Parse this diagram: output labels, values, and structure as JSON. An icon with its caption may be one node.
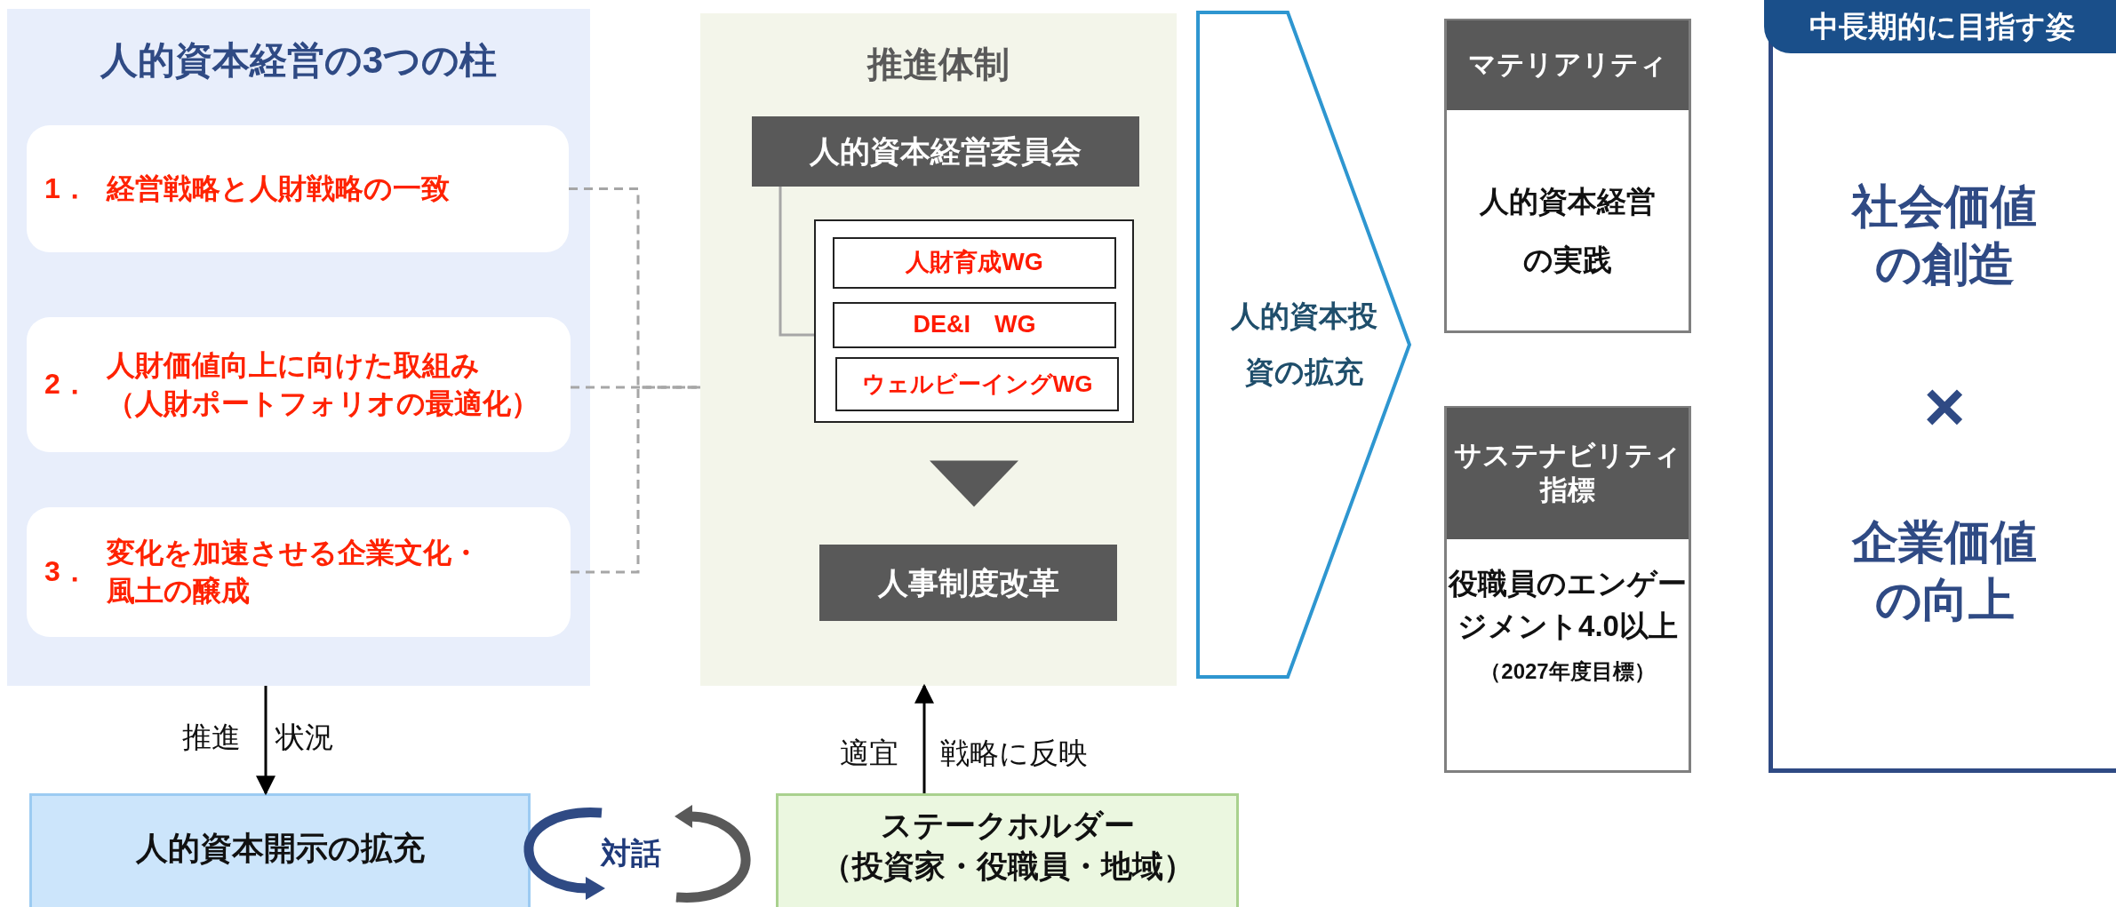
{
  "diagram": {
    "nodes": [
      {
        "text": [
          "人的資本経営の3つの柱"
        ]
      },
      {
        "text": [
          "1．",
          "経営戦略と人財戦略の一致"
        ],
        "in": 0
      },
      {
        "text": [
          "2．",
          "人財価値向上に向けた取組み（人財ポートフォリオの最適化）"
        ],
        "in": 0
      },
      {
        "text": [
          "3．",
          "変化を加速させる企業文化・風土の醸成"
        ],
        "in": 0
      },
      {
        "text": [
          "推進体制"
        ]
      },
      {
        "text": [
          "人的資本経営委員会"
        ],
        "in": 4
      },
      {
        "text": [],
        "shape": "box",
        "in": 4
      },
      {
        "text": [
          "人財育成WG"
        ],
        "in": 6
      },
      {
        "text": [
          "DE&I　WG"
        ],
        "in": 6
      },
      {
        "text": [
          "ウェルビーイングWG"
        ],
        "in": 6
      },
      {
        "text": [
          "人事制度改革"
        ],
        "in": 4
      },
      {
        "text": [
          "人的資本投資の拡充"
        ]
      },
      {
        "text": [
          "マテリアリティ",
          "人的資本経営の実践"
        ]
      },
      {
        "text": [
          "サステナビリティ指標",
          "役職員のエンゲージメント4.0以上",
          "（2027年度目標）"
        ]
      },
      {
        "text": [
          "中長期的に目指す姿",
          "社会価値の創造",
          "×",
          "企業価値の向上"
        ]
      },
      {
        "text": [
          "人的資本開示の拡充"
        ]
      },
      {
        "text": [
          "ステークホルダー（投資家・役職員・地域）"
        ]
      }
    ],
    "edges": [
      {
        "from": 1,
        "to": 4,
        "arrow": "none",
        "style": "dashed",
        "color": "#a6a6a6"
      },
      {
        "from": 2,
        "to": 4,
        "arrow": "none",
        "style": "dashed",
        "color": "#a6a6a6"
      },
      {
        "from": 3,
        "to": 4,
        "arrow": "none",
        "style": "dashed",
        "color": "#a6a6a6"
      },
      {
        "from": 5,
        "to": 6,
        "arrow": "none",
        "color": "#a6a6a6"
      },
      {
        "from": 6,
        "to": 10,
        "arrow": "to",
        "style": "thick",
        "color": "#595959"
      },
      {
        "from": 0,
        "to": 15,
        "arrow": "to",
        "color": "#000000"
      },
      {
        "from": 16,
        "to": 4,
        "arrow": "to",
        "color": "#000000"
      }
    ],
    "labels": [
      "推進",
      "状況",
      "適宜",
      "戦略に反映",
      "対話"
    ]
  }
}
